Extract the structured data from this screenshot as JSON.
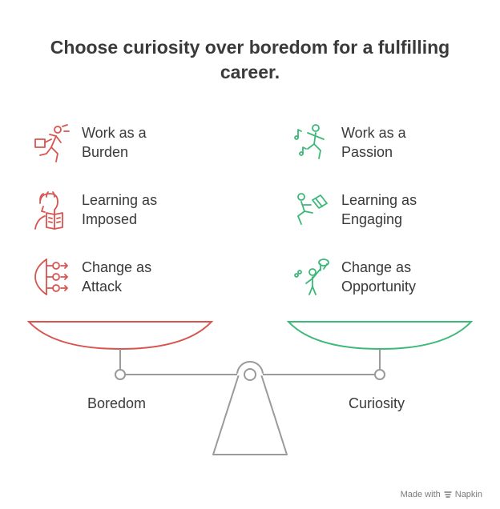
{
  "title": "Choose curiosity over boredom for a fulfilling career.",
  "colors": {
    "negative": "#d9534f",
    "positive": "#3cb878",
    "neutral": "#9a9a9a"
  },
  "left": {
    "items": [
      {
        "label": "Work as a\nBurden",
        "icon": "running-person-icon"
      },
      {
        "label": "Learning as\nImposed",
        "icon": "reading-person-icon"
      },
      {
        "label": "Change as\nAttack",
        "icon": "shield-arrows-icon"
      }
    ],
    "pan_label": "Boredom"
  },
  "right": {
    "items": [
      {
        "label": "Work as a\nPassion",
        "icon": "dancing-person-icon"
      },
      {
        "label": "Learning as\nEngaging",
        "icon": "person-with-book-icon"
      },
      {
        "label": "Change as\nOpportunity",
        "icon": "person-with-net-icon"
      }
    ],
    "pan_label": "Curiosity"
  },
  "footer": {
    "text": "Made with",
    "brand": "Napkin"
  }
}
